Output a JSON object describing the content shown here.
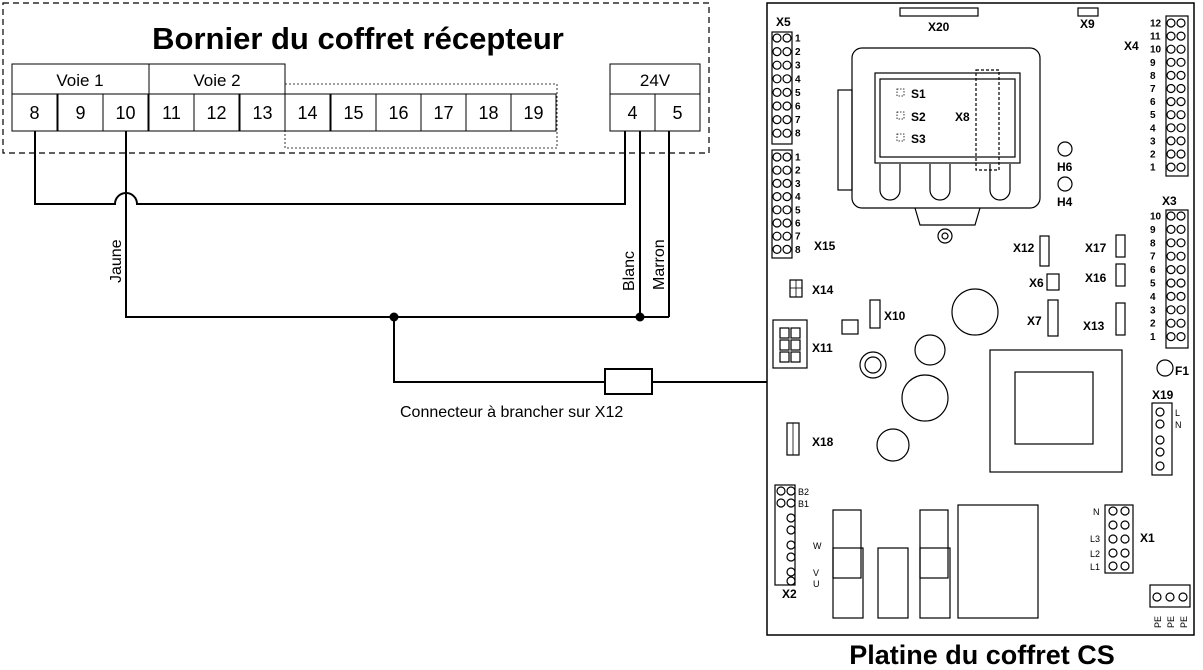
{
  "receiver": {
    "title": "Bornier du coffret récepteur",
    "group_voie1": "Voie 1",
    "group_voie2": "Voie 2",
    "group_24v": "24V",
    "terminals": [
      "8",
      "9",
      "10",
      "11",
      "12",
      "13",
      "14",
      "15",
      "16",
      "17",
      "18",
      "19"
    ],
    "power_terminals": [
      "4",
      "5"
    ]
  },
  "wires": {
    "jaune": "Jaune",
    "blanc": "Blanc",
    "marron": "Marron",
    "connector_caption": "Connecteur à brancher sur X12"
  },
  "board": {
    "title": "Platine du coffret CS",
    "labels": {
      "x5": "X5",
      "x20": "X20",
      "x9": "X9",
      "x4": "X4",
      "x3": "X3",
      "x15": "X15",
      "x14": "X14",
      "x10": "X10",
      "x11": "X11",
      "x12": "X12",
      "x17": "X17",
      "x16": "X16",
      "x6": "X6",
      "x7": "X7",
      "x13": "X13",
      "x18": "X18",
      "x19": "X19",
      "x1": "X1",
      "x2": "X2",
      "x8": "X8",
      "s1": "S1",
      "s2": "S2",
      "s3": "S3",
      "h6": "H6",
      "h4": "H4",
      "f1": "F1"
    },
    "x19_pins": [
      "L",
      "N"
    ],
    "x2_pins": [
      "B2",
      "B1",
      "W",
      "V",
      "U"
    ],
    "x1_pins": [
      "N",
      "L3",
      "L2",
      "L1"
    ],
    "pe_pins": [
      "PE",
      "PE",
      "PE"
    ],
    "x5_pins": [
      "1",
      "2",
      "3",
      "4",
      "5",
      "6",
      "7",
      "8"
    ],
    "x15_pins": [
      "1",
      "2",
      "3",
      "4",
      "5",
      "6",
      "7",
      "8"
    ],
    "x4_pins": [
      "12",
      "11",
      "10",
      "9",
      "8",
      "7",
      "6",
      "5",
      "4",
      "3",
      "2",
      "1"
    ],
    "x3_pins": [
      "10",
      "9",
      "8",
      "7",
      "6",
      "5",
      "4",
      "3",
      "2",
      "1"
    ]
  }
}
